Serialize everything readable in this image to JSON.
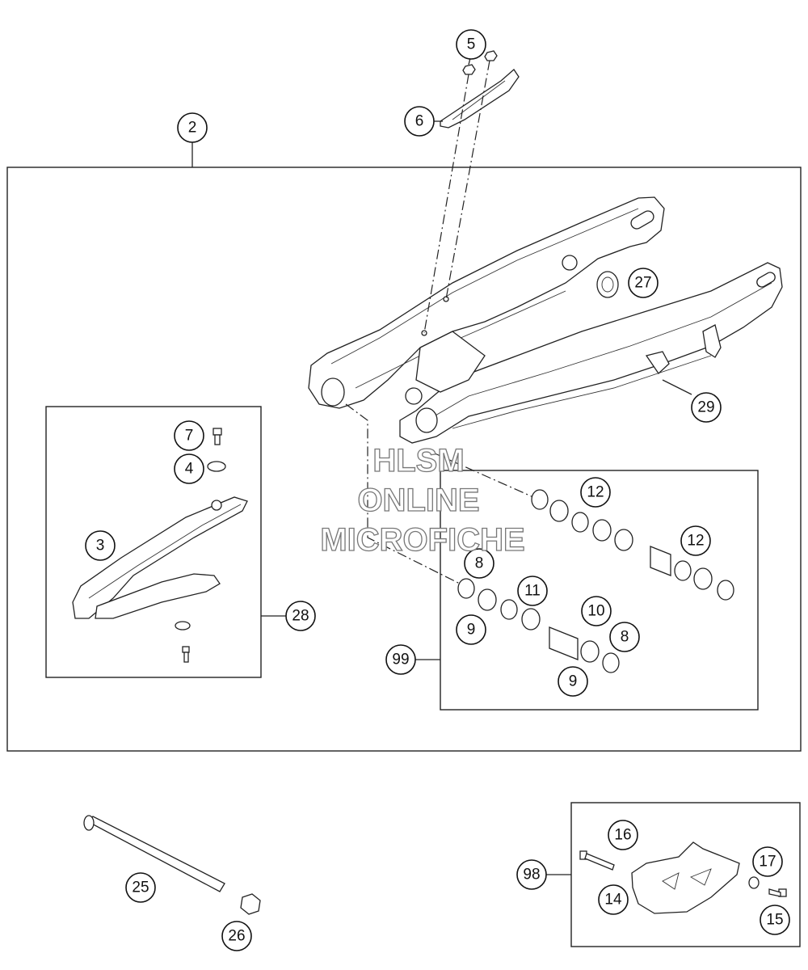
{
  "callouts": {
    "c2": "2",
    "c3": "3",
    "c4": "4",
    "c5": "5",
    "c6": "6",
    "c7": "7",
    "c8a": "8",
    "c8b": "8",
    "c9a": "9",
    "c9b": "9",
    "c10": "10",
    "c11": "11",
    "c12a": "12",
    "c12b": "12",
    "c14": "14",
    "c15": "15",
    "c16": "16",
    "c17": "17",
    "c25": "25",
    "c26": "26",
    "c27": "27",
    "c28": "28",
    "c29": "29",
    "c98": "98",
    "c99": "99"
  },
  "watermark": {
    "line1": "HLSM",
    "line2": "ONLINE",
    "line3": "MICROFICHE"
  }
}
